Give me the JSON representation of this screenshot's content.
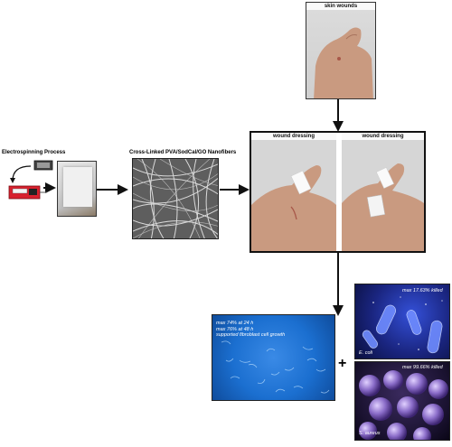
{
  "process": {
    "electrospinning_title": "Electrospinning Process",
    "nanofibers_title": "Cross-Linked PVA/SodCal/GO Nanofibers"
  },
  "wounds": {
    "skin_wounds_label": "skin wounds",
    "dressing_left_label": "wound dressing",
    "dressing_right_label": "wound dressing"
  },
  "results": {
    "cell_lines": [
      "max 74% at 24 h",
      "max 76% at 48 h",
      "supported fibroblast cell growth"
    ],
    "plus_sign": "+",
    "ecoli_kill": "max 17.63% killed",
    "ecoli_name": "E. coli",
    "saureus_kill": "max 99.66% killed",
    "saureus_name": "S. aureus"
  },
  "colors": {
    "arrow": "#111111",
    "cell_blue": "#1b6fd0",
    "bacteria_blue": "#2a3aa8",
    "sphere_purple": "#8a6cc8",
    "skin": "#c99a80"
  }
}
